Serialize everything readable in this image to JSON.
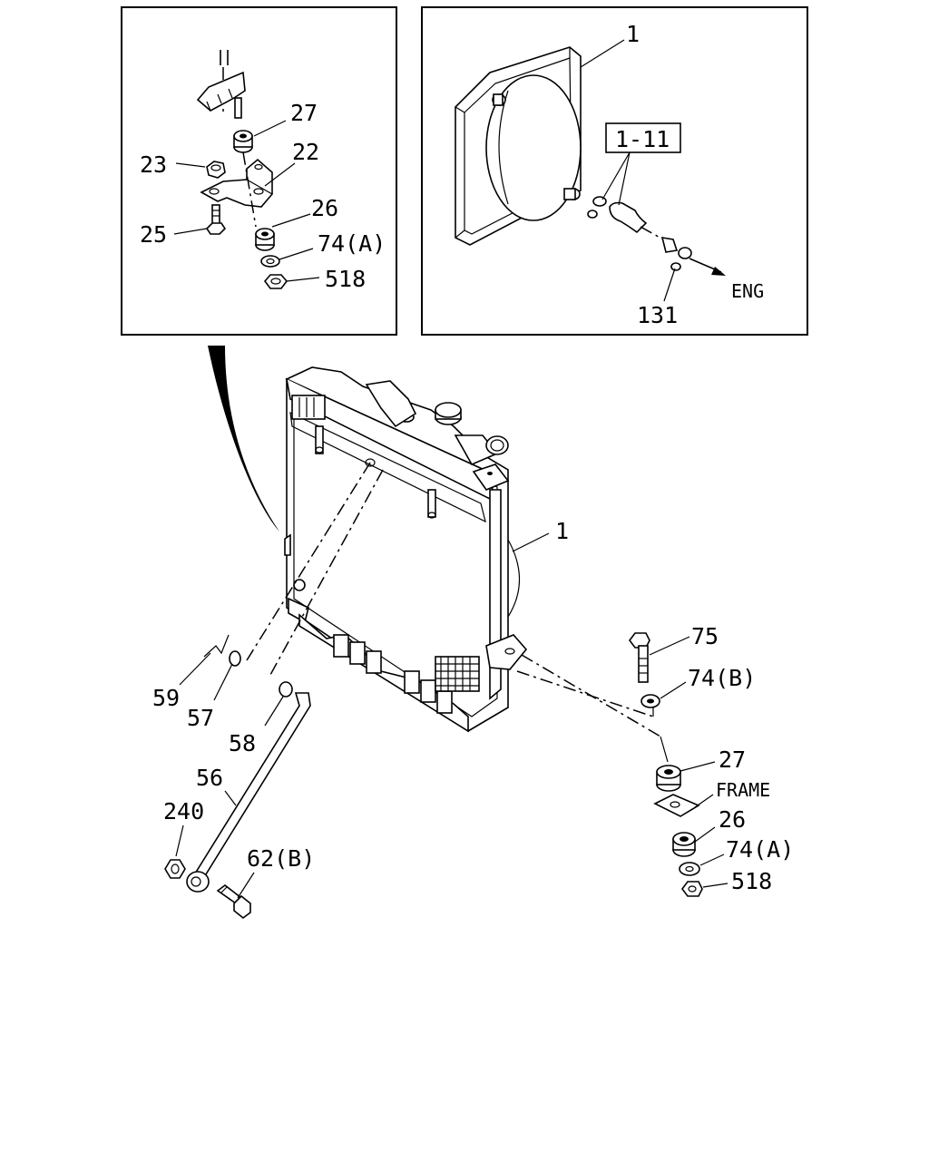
{
  "inset_left": {
    "callouts": {
      "c27": "27",
      "c22": "22",
      "c23": "23",
      "c26": "26",
      "c25": "25",
      "c74a": "74(A)",
      "c518": "518"
    }
  },
  "inset_right": {
    "callouts": {
      "c1": "1",
      "c1_11": "1-11",
      "c131": "131",
      "eng": "ENG"
    }
  },
  "main": {
    "callouts": {
      "c1": "1",
      "c75": "75",
      "c74b": "74(B)",
      "c27": "27",
      "frame": "FRAME",
      "c26": "26",
      "c74a": "74(A)",
      "c518": "518",
      "c59": "59",
      "c57": "57",
      "c58": "58",
      "c56": "56",
      "c240": "240",
      "c62b": "62(B)"
    }
  }
}
